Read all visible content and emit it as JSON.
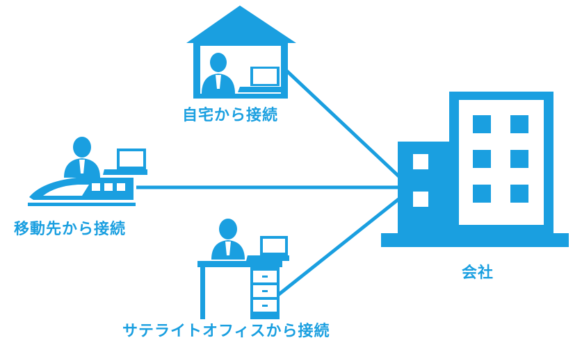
{
  "colors": {
    "accent": "#1a9fe0",
    "background": "#ffffff"
  },
  "labels": {
    "home": "自宅から接続",
    "mobile": "移動先から接続",
    "satellite": "サテライトオフィスから接続",
    "company": "会社"
  },
  "icons": [
    "house-icon",
    "bullet-train-icon",
    "office-desk-icon",
    "office-building-icon",
    "person-icon",
    "laptop-icon"
  ]
}
